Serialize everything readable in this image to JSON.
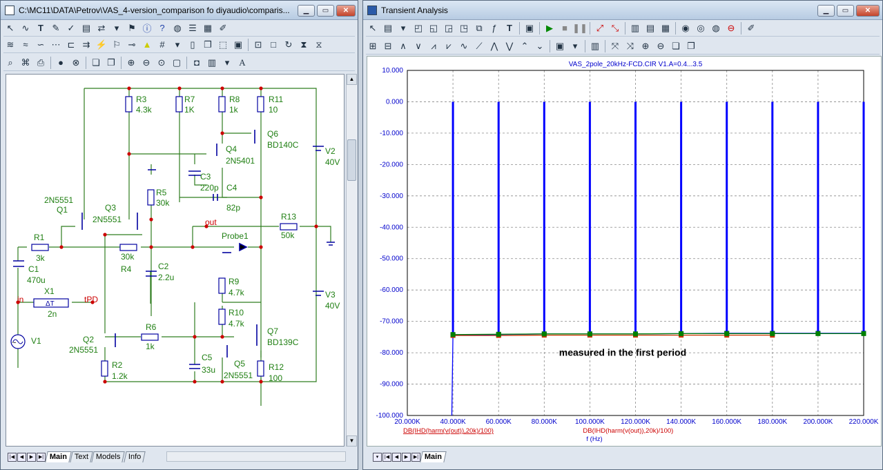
{
  "left_window": {
    "title": "C:\\MC11\\DATA\\Petrov\\VAS_4-version_comparison fo diyaudio\\comparis...",
    "tabs": [
      "Main",
      "Text",
      "Models",
      "Info"
    ],
    "active_tab": "Main"
  },
  "schematic": {
    "components": [
      {
        "ref": "R3",
        "value": "4.3k"
      },
      {
        "ref": "R7",
        "value": "1K"
      },
      {
        "ref": "R8",
        "value": "1k"
      },
      {
        "ref": "R11",
        "value": "10"
      },
      {
        "ref": "Q6",
        "value": "BD140C"
      },
      {
        "ref": "Q4",
        "value": "2N5401"
      },
      {
        "ref": "V2",
        "value": "40V"
      },
      {
        "ref": "C3",
        "value": "220p"
      },
      {
        "ref": "C4",
        "value": "82p"
      },
      {
        "ref": "R5",
        "value": "30k"
      },
      {
        "ref": "Q1",
        "value": "2N5551"
      },
      {
        "ref": "Q3",
        "value": "2N5551"
      },
      {
        "ref": "R13",
        "value": "50k"
      },
      {
        "ref": "R1",
        "value": "3k"
      },
      {
        "ref": "R4",
        "value": "30k"
      },
      {
        "ref": "C1",
        "value": "470u"
      },
      {
        "ref": "C2",
        "value": "2.2u"
      },
      {
        "ref": "X1",
        "value": "2n"
      },
      {
        "ref": "V1",
        "value": ""
      },
      {
        "ref": "R9",
        "value": "4.7k"
      },
      {
        "ref": "R10",
        "value": "4.7k"
      },
      {
        "ref": "V3",
        "value": "40V"
      },
      {
        "ref": "Q2",
        "value": "2N5551"
      },
      {
        "ref": "R6",
        "value": "1k"
      },
      {
        "ref": "Q7",
        "value": "BD139C"
      },
      {
        "ref": "C5",
        "value": "33u"
      },
      {
        "ref": "Q5",
        "value": "2N5551"
      },
      {
        "ref": "R2",
        "value": "1.2k"
      },
      {
        "ref": "R12",
        "value": "100"
      }
    ],
    "net_labels": {
      "out": "out",
      "probe": "Probe1",
      "in": "in",
      "tpd": "tPD",
      "x1_symbol": "ΔT"
    }
  },
  "right_window": {
    "title": "Transient Analysis",
    "tabs": [
      "Main"
    ],
    "active_tab": "Main"
  },
  "chart_data": {
    "type": "line",
    "title": "VAS_2pole_20kHz-FCD.CIR V1.A=0.4...3.5",
    "xlabel": "f (Hz)",
    "ylabel": "",
    "xlim": [
      20000,
      220000
    ],
    "ylim": [
      -100,
      10
    ],
    "x_ticks": [
      "20.000K",
      "40.000K",
      "60.000K",
      "80.000K",
      "100.000K",
      "120.000K",
      "140.000K",
      "160.000K",
      "180.000K",
      "200.000K",
      "220.000K"
    ],
    "y_ticks": [
      "10.000",
      "0.000",
      "-10.000",
      "-20.000",
      "-30.000",
      "-40.000",
      "-50.000",
      "-60.000",
      "-70.000",
      "-80.000",
      "-90.000",
      "-100.000"
    ],
    "legend": [
      "DB(IHD(harm(v(out)),20k)/100)",
      "DB(IHD(harm(v(out)),20k)/100)"
    ],
    "annotation": "measured in the first period",
    "grid": true,
    "spikes": {
      "x": [
        40000,
        60000,
        80000,
        100000,
        120000,
        140000,
        160000,
        180000,
        200000,
        220000
      ],
      "top": 0
    },
    "series": [
      {
        "color": "#0000ff",
        "x": [
          39500,
          40000,
          60000,
          80000,
          100000,
          120000,
          140000,
          160000,
          180000,
          200000,
          220000
        ],
        "values": [
          -100,
          -74.3,
          -74.2,
          -74.0,
          -74.0,
          -74.0,
          -73.9,
          -73.8,
          -73.8,
          -73.8,
          -73.8
        ]
      },
      {
        "color": "#cc3300",
        "x": [
          40000,
          60000,
          80000,
          100000,
          120000,
          140000,
          160000,
          180000
        ],
        "values": [
          -74.5,
          -74.5,
          -74.4,
          -74.4,
          -74.4,
          -74.4,
          -74.4,
          -74.4
        ]
      },
      {
        "color": "#008000",
        "x": [
          40000,
          60000,
          80000,
          100000,
          120000,
          140000,
          160000,
          180000,
          200000,
          220000
        ],
        "values": [
          -74.2,
          -74.1,
          -74.0,
          -74.0,
          -74.0,
          -73.9,
          -73.9,
          -73.9,
          -73.9,
          -73.9
        ]
      }
    ]
  }
}
